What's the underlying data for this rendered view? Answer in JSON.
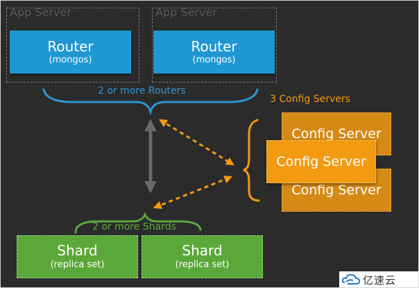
{
  "app_servers": [
    {
      "label": "App Server",
      "router": {
        "title": "Router",
        "subtitle": "(mongos)"
      }
    },
    {
      "label": "App Server",
      "router": {
        "title": "Router",
        "subtitle": "(mongos)"
      }
    }
  ],
  "routers_group_label": "2 or more Routers",
  "config_servers_label": "3 Config Servers",
  "config_servers": [
    "Config Server",
    "Config Server",
    "Config Server"
  ],
  "shards_group_label": "2 or more Shards",
  "shards": [
    {
      "title": "Shard",
      "subtitle": "(replica set)"
    },
    {
      "title": "Shard",
      "subtitle": "(replica set)"
    }
  ],
  "watermark": "亿速云",
  "colors": {
    "background": "#2b2b2b",
    "router": "#1f97d2",
    "shard": "#5ba83a",
    "config_front": "#f29a12",
    "config_back": "#d48a15",
    "routers_brace": "#2f95cf",
    "config_accent": "#f29a12",
    "shards_brace": "#5ba83a",
    "vertical_arrow": "#6a6a6a"
  }
}
